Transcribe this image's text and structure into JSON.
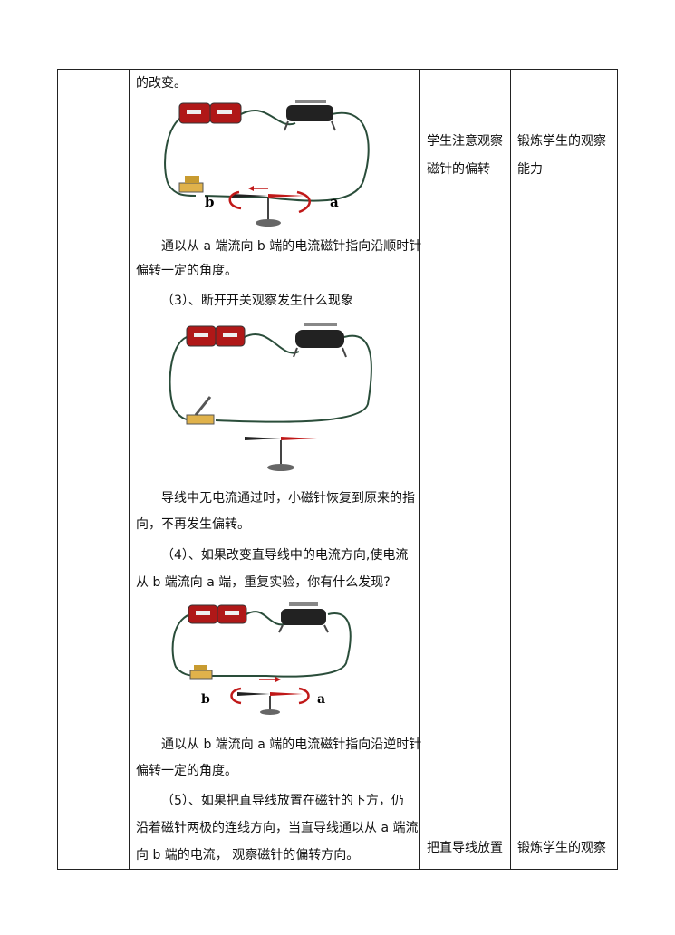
{
  "doc": {
    "col2": {
      "line1": "的改变。",
      "p_ab_1": "通以从 a 端流向 b 端的电流磁针指向沿顺时针",
      "p_ab_2": "偏转一定的角度。",
      "step3": "（3）、断开开关观察发生什么现象",
      "p_off_1": "导线中无电流通过时，小磁针恢复到原来的指",
      "p_off_2": "向，不再发生偏转。",
      "step4_1": "（4）、如果改变直导线中的电流方向,使电流",
      "step4_2": "从 b 端流向 a 端，重复实验，你有什么发现?",
      "p_ba_1": "通以从 b 端流向 a 端的电流磁针指向沿逆时针",
      "p_ba_2": "偏转一定的角度。",
      "step5_1": "（5）、如果把直导线放置在磁针的下方，仍",
      "step5_2": "沿着磁针两极的连线方向，当直导线通以从 a 端流",
      "step5_3": "向 b 端的电流， 观察磁针的偏转方向。"
    },
    "col3": {
      "row1_1": "学生注意观察",
      "row1_2": "磁针的偏转",
      "row2_1": "把直导线放置"
    },
    "col4": {
      "row1_1": "锻炼学生的观察",
      "row1_2": "能力",
      "row2_1": "锻炼学生的观察"
    },
    "figures": {
      "fig1": {
        "label_left": "b",
        "label_right": "a"
      },
      "fig3": {
        "label_left": "b",
        "label_right": "a"
      }
    }
  }
}
